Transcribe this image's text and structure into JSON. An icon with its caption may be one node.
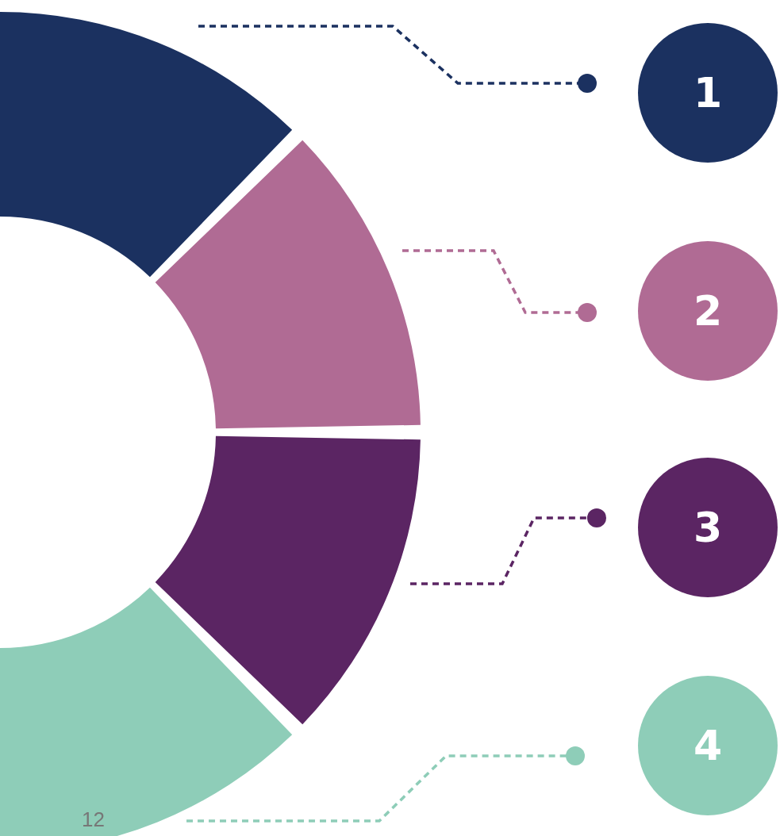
{
  "diagram": {
    "nodes": [
      {
        "text": [],
        "shape": "sector"
      },
      {
        "text": [],
        "shape": "sector"
      },
      {
        "text": [],
        "shape": "sector"
      },
      {
        "text": [],
        "shape": "sector"
      },
      {
        "text": [
          "1"
        ]
      },
      {
        "text": [
          "2"
        ]
      },
      {
        "text": [
          "3"
        ]
      },
      {
        "text": [
          "4"
        ]
      }
    ],
    "edges": [
      {
        "from": 0,
        "to": 4,
        "arrow": "other",
        "style": "dashed",
        "color": "#1b3160"
      },
      {
        "from": 1,
        "to": 5,
        "arrow": "other",
        "style": "dashed",
        "color": "#b06b94"
      },
      {
        "from": 2,
        "to": 6,
        "arrow": "other",
        "style": "dashed",
        "color": "#5b2563"
      },
      {
        "from": 3,
        "to": 7,
        "arrow": "other",
        "style": "dashed",
        "color": "#8ecdb8"
      }
    ],
    "labels": [
      "12"
    ]
  }
}
